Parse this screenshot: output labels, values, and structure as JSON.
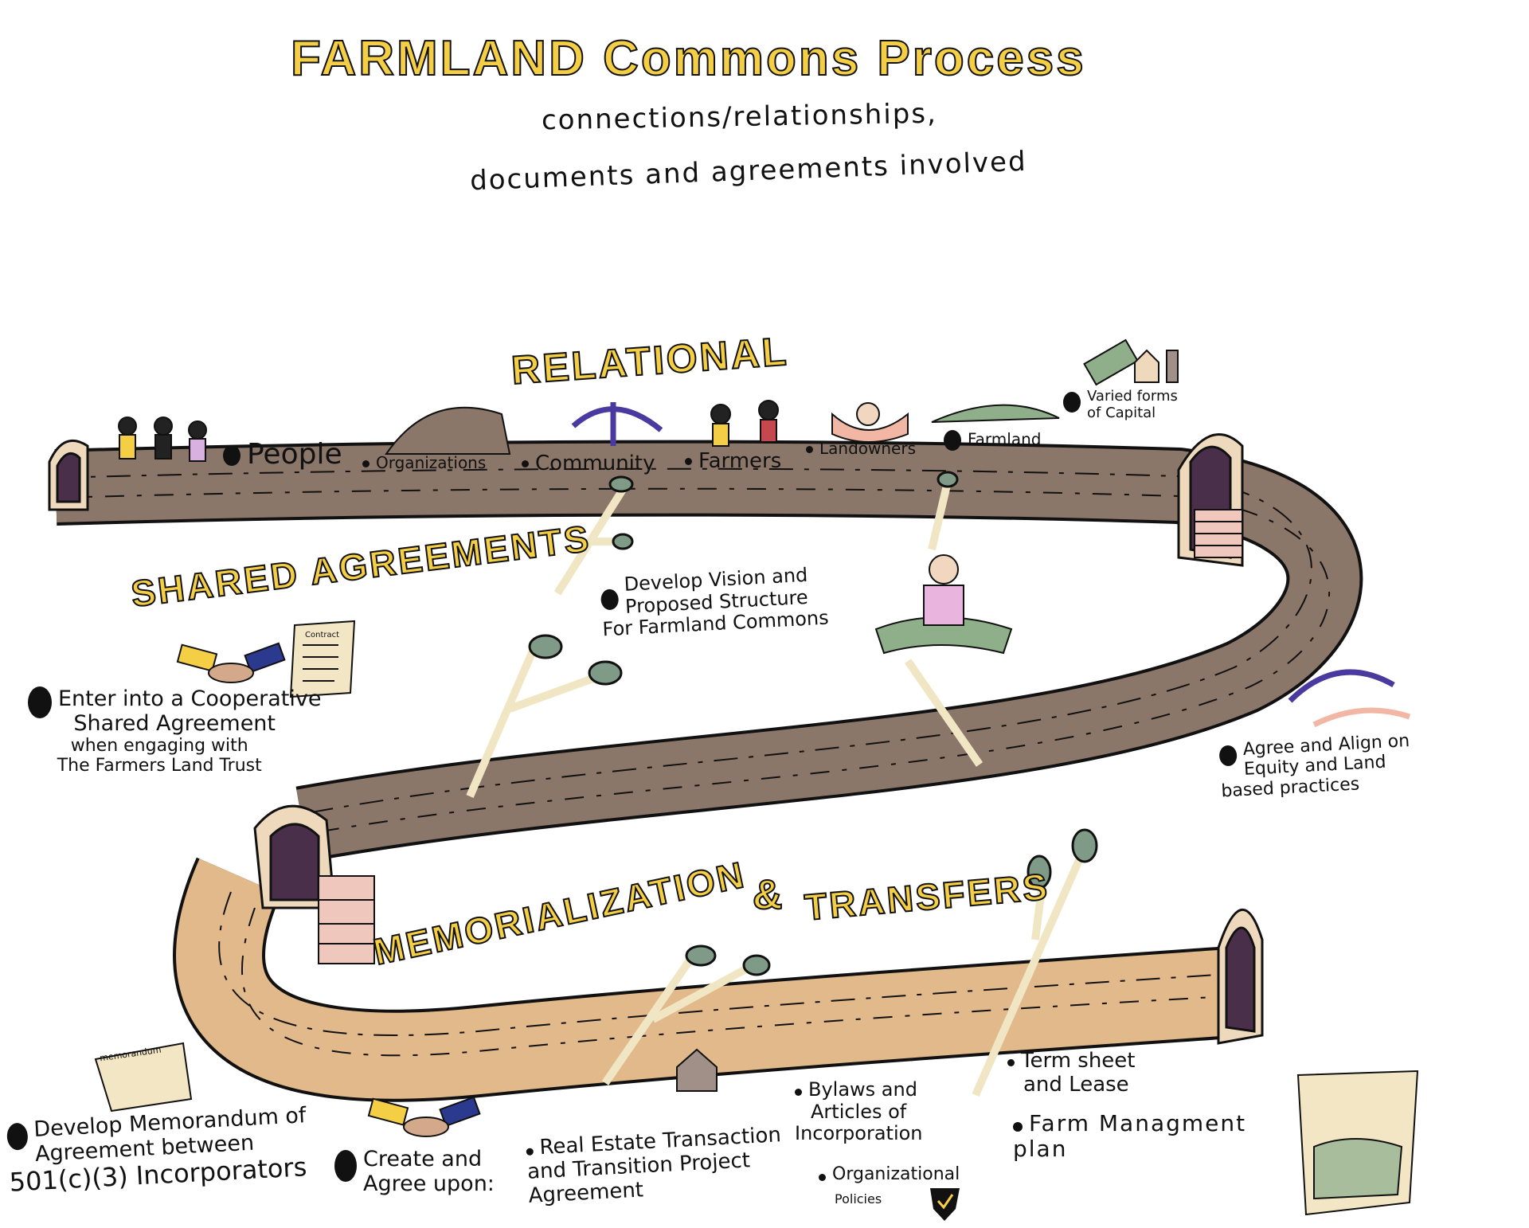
{
  "title": "FARMLAND Commons Process",
  "subtitle": [
    "connections/relationships,",
    "documents and agreements involved"
  ],
  "sections": {
    "relational": {
      "heading": "RELATIONAL",
      "items": [
        "People",
        "Organizations",
        "Community",
        "Farmers",
        "Landowners",
        "Farmland"
      ],
      "capital": [
        "Varied forms",
        "of Capital"
      ]
    },
    "shared_agreements": {
      "heading": "SHARED AGREEMENTS",
      "vision": [
        "Develop Vision and",
        "Proposed Structure",
        "For Farmland Commons"
      ],
      "enter": [
        "Enter into a Cooperative",
        "Shared Agreement",
        "when engaging with",
        "The Farmers Land Trust"
      ],
      "contract_label": "Contract",
      "align": [
        "Agree and Align on",
        "Equity and Land",
        "based practices"
      ]
    },
    "memorialization": {
      "heading": "MEMORIALIZATION",
      "amp": "&",
      "heading2": "TRANSFERS",
      "memorandum_label": "memorandum",
      "memorandum": [
        "Develop Memorandum of",
        "Agreement between",
        "501(c)(3) Incorporators"
      ],
      "create": [
        "Create and",
        "Agree upon:"
      ],
      "real_estate": [
        "Real Estate Transaction",
        "and Transition Project",
        "Agreement"
      ],
      "bylaws": [
        "Bylaws and",
        "Articles of",
        "Incorporation"
      ],
      "policies": [
        "Organizational",
        "Policies"
      ],
      "term_sheet": [
        "Term sheet",
        "and Lease"
      ],
      "farm_plan": [
        "Farm Managment",
        "plan"
      ]
    }
  },
  "colors": {
    "heading": "#f4cf45",
    "road_dark": "#8b766a",
    "road_light": "#e2b98b",
    "tree": "#f1e6c4",
    "leaf": "#7f9a86"
  }
}
